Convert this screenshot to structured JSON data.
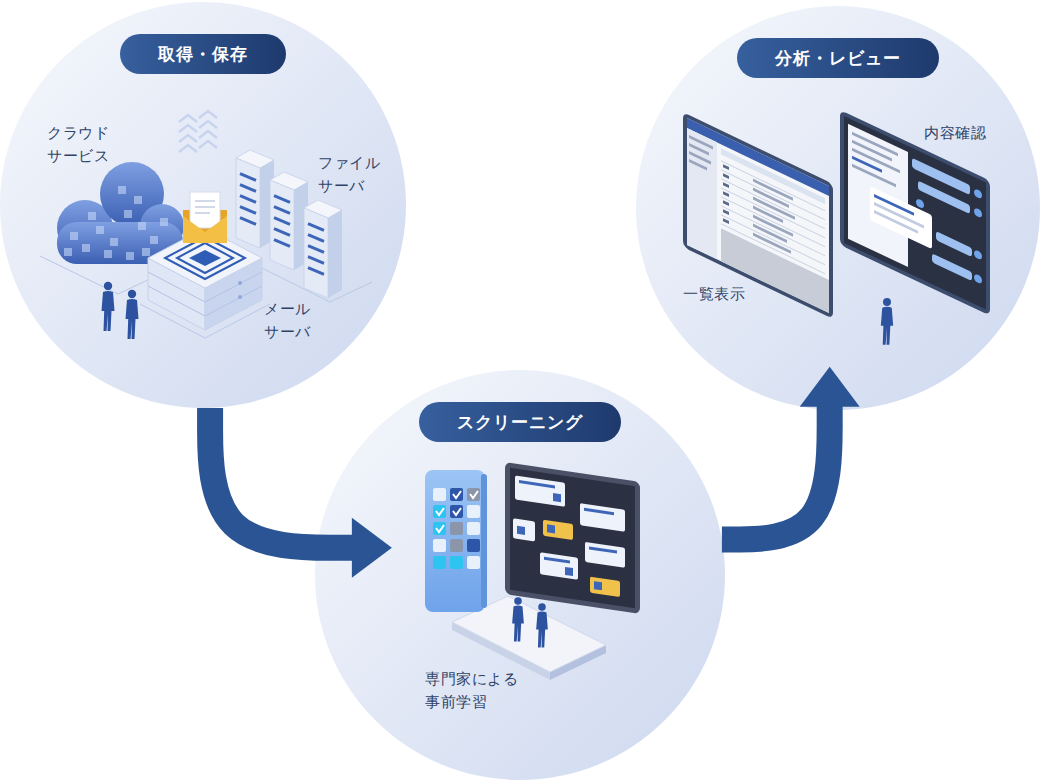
{
  "diagram": {
    "nodes": [
      {
        "text": [
          "取得・保存"
        ]
      },
      {
        "text": [
          "スクリーニング"
        ]
      },
      {
        "text": [
          "分析・レビュー"
        ]
      }
    ],
    "edges": [
      {
        "from": 0,
        "to": 1,
        "arrow": "to"
      },
      {
        "from": 1,
        "to": 2,
        "arrow": "to"
      }
    ],
    "labels": [
      "クラウド サービス",
      "ファイル サーバ",
      "メール サーバ",
      "専門家による 事前学習",
      "一覧表示",
      "内容確認"
    ]
  }
}
